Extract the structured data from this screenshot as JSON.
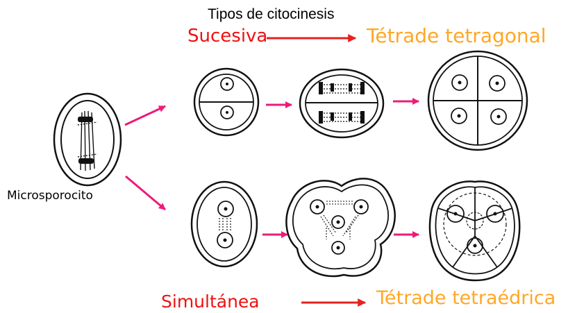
{
  "title": "Tipos de citocinesis",
  "labels": {
    "sucesiva": "Sucesiva",
    "tetrade_tetragonal": "Tétrade tetragonal",
    "microsporocito": "Microsporocito",
    "simultanea": "Simultánea",
    "tetrade_tetraedrica": "Tétrade tetraédrica"
  },
  "colors": {
    "red_label": "#ee1111",
    "orange_label": "#ffa726",
    "magenta_arrow": "#ee1a78",
    "red_arrow": "#e62222",
    "line": "#111111"
  }
}
